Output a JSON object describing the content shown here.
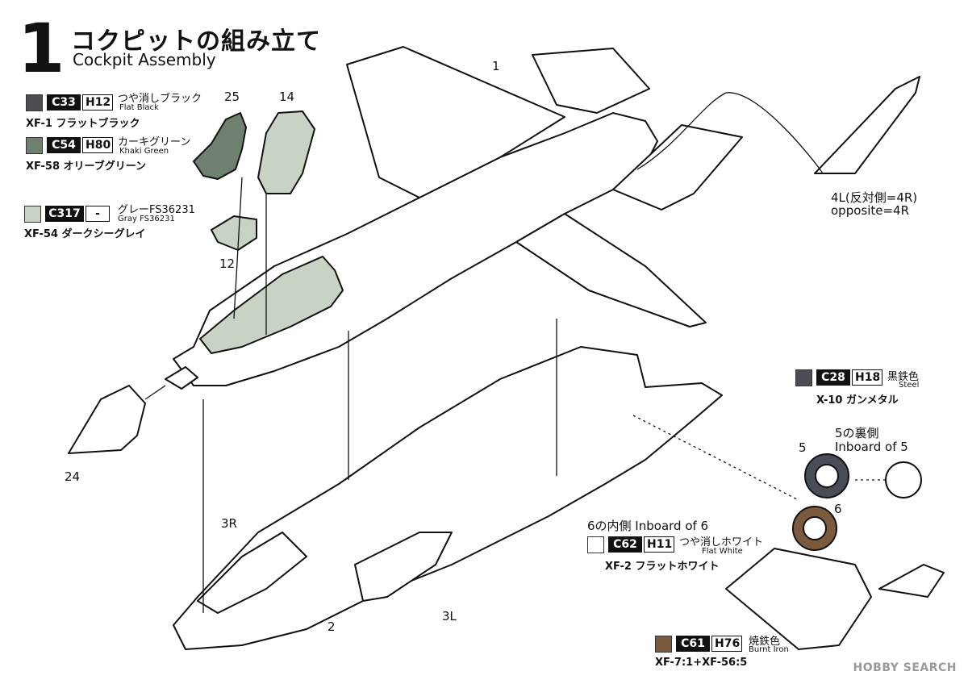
{
  "step": {
    "number": "1",
    "title_jp": "コクピットの組み立て",
    "title_en": "Cockpit Assembly"
  },
  "colors": [
    {
      "id": "flat-black",
      "swatch": "#4a4d52",
      "c_code": "C33",
      "h_code": "H12",
      "name_jp": "つや消しブラック",
      "name_en": "Flat Black",
      "xf": "XF-1 フラットブラック"
    },
    {
      "id": "khaki-green",
      "swatch": "#6f7f70",
      "c_code": "C54",
      "h_code": "H80",
      "name_jp": "カーキグリーン",
      "name_en": "Khaki Green",
      "xf": "XF-58 オリーブグリーン"
    },
    {
      "id": "gray-fs36231",
      "swatch": "#c8d3c4",
      "c_code": "C317",
      "h_code": "-",
      "name_jp": "グレーFS36231",
      "name_en": "Gray FS36231",
      "xf": "XF-54 ダークシーグレイ"
    },
    {
      "id": "steel",
      "swatch": "#4a4c58",
      "c_code": "C28",
      "h_code": "H18",
      "name_jp": "黒鉄色",
      "name_en": "Steel",
      "xf": "X-10 ガンメタル"
    },
    {
      "id": "flat-white",
      "swatch": "#ffffff",
      "c_code": "C62",
      "h_code": "H11",
      "name_jp": "つや消しホワイト",
      "name_en": "Flat White",
      "xf": "XF-2 フラットホワイト"
    },
    {
      "id": "burnt-iron",
      "swatch": "#7b5a3e",
      "c_code": "C61",
      "h_code": "H76",
      "name_jp": "焼鉄色",
      "name_en": "Burnt Iron",
      "xf": "XF-7:1+XF-56:5"
    }
  ],
  "parts": {
    "p1": "1",
    "p2": "2",
    "p3r": "3R",
    "p3l": "3L",
    "p4l_note": "4L(反対側=4R)",
    "p4l_note_en": "opposite=4R",
    "p5": "5",
    "p6": "6",
    "p12": "12",
    "p14": "14",
    "p24": "24",
    "p25": "25"
  },
  "notes": {
    "inboard5_jp": "5の裏側",
    "inboard5_en": "Inboard of 5",
    "inboard6": "6の内側  Inboard of 6"
  },
  "watermark": "HOBBY SEARCH"
}
